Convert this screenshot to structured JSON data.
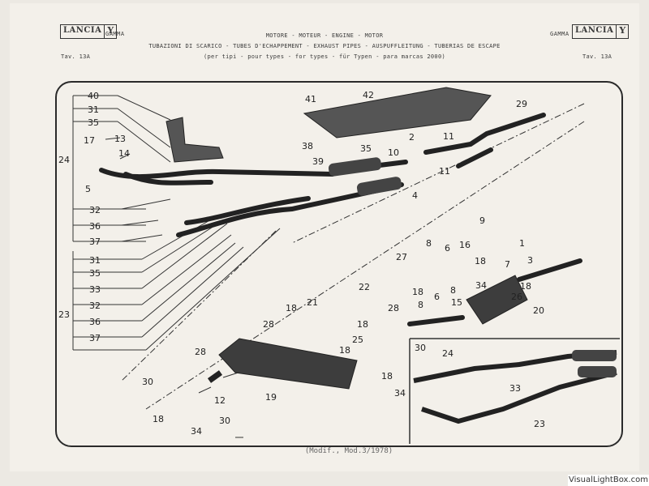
{
  "header": {
    "logo_left": "LANCIA",
    "logo_right": "LANCIA",
    "logo_symbol": "Y",
    "gamma_left": "GAMMA",
    "gamma_right": "GAMMA",
    "line1": "MOTORE  -  MOTEUR  -  ENGINE  -  MOTOR",
    "line2": "TUBAZIONI DI SCARICO  -  TUBES D'ECHAPPEMENT  -  EXHAUST PIPES  -  AUSPUFFLEITUNG  -  TUBERIAS DE ESCAPE",
    "line3": "(per tipi  -  pour types  -  for types  -  für Typen  -  para marcas 2000)",
    "table_left": "Tav. 13A",
    "table_right": "Tav. 13A"
  },
  "diagram": {
    "callouts": [
      {
        "id": "c40",
        "text": "40"
      },
      {
        "id": "c31a",
        "text": "31"
      },
      {
        "id": "c35a",
        "text": "35"
      },
      {
        "id": "c13",
        "text": "13"
      },
      {
        "id": "c17",
        "text": "17"
      },
      {
        "id": "c14",
        "text": "14"
      },
      {
        "id": "c24a",
        "text": "24"
      },
      {
        "id": "c5",
        "text": "5"
      },
      {
        "id": "c32a",
        "text": "32"
      },
      {
        "id": "c36a",
        "text": "36"
      },
      {
        "id": "c37a",
        "text": "37"
      },
      {
        "id": "c31b",
        "text": "31"
      },
      {
        "id": "c35b",
        "text": "35"
      },
      {
        "id": "c33a",
        "text": "33"
      },
      {
        "id": "c32b",
        "text": "32"
      },
      {
        "id": "c36b",
        "text": "36"
      },
      {
        "id": "c37b",
        "text": "37"
      },
      {
        "id": "c23a",
        "text": "23"
      },
      {
        "id": "c41",
        "text": "41"
      },
      {
        "id": "c42",
        "text": "42"
      },
      {
        "id": "c29",
        "text": "29"
      },
      {
        "id": "c2",
        "text": "2"
      },
      {
        "id": "c11a",
        "text": "11"
      },
      {
        "id": "c38",
        "text": "38"
      },
      {
        "id": "c35c",
        "text": "35"
      },
      {
        "id": "c10",
        "text": "10"
      },
      {
        "id": "c39",
        "text": "39"
      },
      {
        "id": "c11b",
        "text": "11"
      },
      {
        "id": "c4",
        "text": "4"
      },
      {
        "id": "c9",
        "text": "9"
      },
      {
        "id": "c8a",
        "text": "8"
      },
      {
        "id": "c6a",
        "text": "6"
      },
      {
        "id": "c16",
        "text": "16"
      },
      {
        "id": "c1",
        "text": "1"
      },
      {
        "id": "c27",
        "text": "27"
      },
      {
        "id": "c18a",
        "text": "18"
      },
      {
        "id": "c7",
        "text": "7"
      },
      {
        "id": "c3",
        "text": "3"
      },
      {
        "id": "c18b",
        "text": "18"
      },
      {
        "id": "c6b",
        "text": "6"
      },
      {
        "id": "c8b",
        "text": "8"
      },
      {
        "id": "c34a",
        "text": "34"
      },
      {
        "id": "c18c",
        "text": "18"
      },
      {
        "id": "c8c",
        "text": "8"
      },
      {
        "id": "c15",
        "text": "15"
      },
      {
        "id": "c26",
        "text": "26"
      },
      {
        "id": "c20",
        "text": "20"
      },
      {
        "id": "c22",
        "text": "22"
      },
      {
        "id": "c18d",
        "text": "18"
      },
      {
        "id": "c21",
        "text": "21"
      },
      {
        "id": "c28a",
        "text": "28"
      },
      {
        "id": "c28b",
        "text": "28"
      },
      {
        "id": "c18e",
        "text": "18"
      },
      {
        "id": "c25",
        "text": "25"
      },
      {
        "id": "c18f",
        "text": "18"
      },
      {
        "id": "c30a",
        "text": "30"
      },
      {
        "id": "c18g",
        "text": "18"
      },
      {
        "id": "c34b",
        "text": "34"
      },
      {
        "id": "c28c",
        "text": "28"
      },
      {
        "id": "c30b",
        "text": "30"
      },
      {
        "id": "c19",
        "text": "19"
      },
      {
        "id": "c12",
        "text": "12"
      },
      {
        "id": "c18h",
        "text": "18"
      },
      {
        "id": "c30c",
        "text": "30"
      },
      {
        "id": "c34c",
        "text": "34"
      },
      {
        "id": "c24b",
        "text": "24"
      },
      {
        "id": "c33b",
        "text": "33"
      },
      {
        "id": "c23b",
        "text": "23"
      }
    ]
  },
  "footer": {
    "caption": "(Modif., Mod.3/1978)",
    "watermark": "VisualLightBox.com"
  }
}
